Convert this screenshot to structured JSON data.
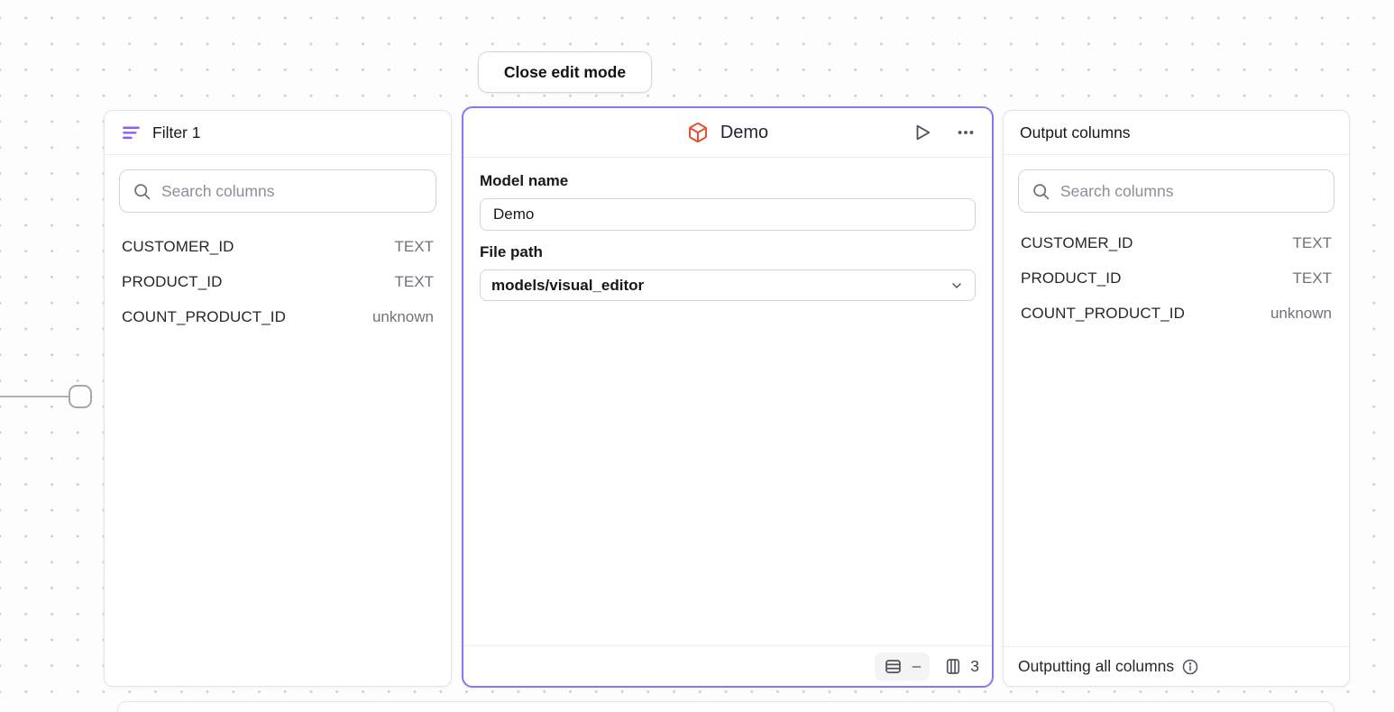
{
  "toolbar": {
    "close_button_label": "Close edit mode"
  },
  "filter_panel": {
    "title": "Filter 1",
    "search_placeholder": "Search columns",
    "columns": [
      {
        "name": "CUSTOMER_ID",
        "type": "TEXT"
      },
      {
        "name": "PRODUCT_ID",
        "type": "TEXT"
      },
      {
        "name": "COUNT_PRODUCT_ID",
        "type": "unknown"
      }
    ]
  },
  "model_panel": {
    "title": "Demo",
    "model_name_label": "Model name",
    "model_name_value": "Demo",
    "file_path_label": "File path",
    "file_path_value": "models/visual_editor",
    "row_count": "–",
    "column_count": "3"
  },
  "output_panel": {
    "title": "Output columns",
    "search_placeholder": "Search columns",
    "columns": [
      {
        "name": "CUSTOMER_ID",
        "type": "TEXT"
      },
      {
        "name": "PRODUCT_ID",
        "type": "TEXT"
      },
      {
        "name": "COUNT_PRODUCT_ID",
        "type": "unknown"
      }
    ],
    "footer_text": "Outputting all columns"
  },
  "colors": {
    "selection_purple": "#8678f2",
    "filter_icon_purple": "#8b5cf6",
    "model_icon_orange": "#e8502e"
  }
}
